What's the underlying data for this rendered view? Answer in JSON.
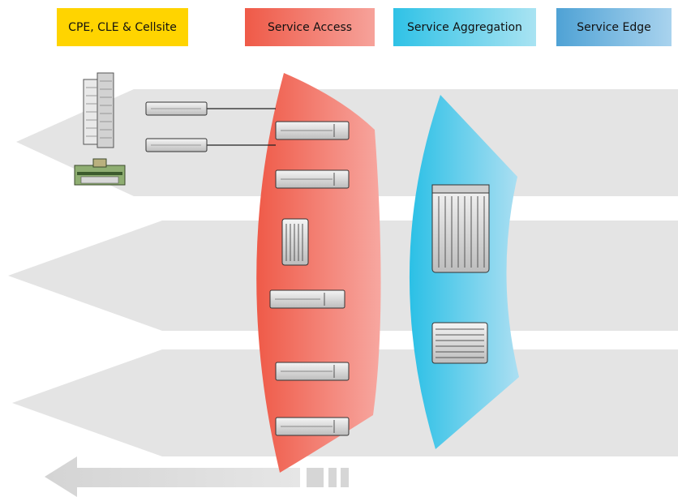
{
  "headers": {
    "cpe": "CPE, CLE & Cellsite",
    "access": "Service Access",
    "aggregation": "Service  Aggregation",
    "edge": "Service Edge"
  },
  "colors": {
    "cpe": "#ffd400",
    "access": "#ef5a48",
    "aggregation": "#2fc2e6",
    "edge": "#4fa2d5",
    "band": "#e3e3e3"
  },
  "icons": {
    "building": "office-tower-icon",
    "cellsite": "cellsite-icon",
    "cpe_router": "cpe-router-icon",
    "access_router": "access-router-icon",
    "access_chassis": "access-chassis-icon",
    "agg_chassis": "aggregation-chassis-icon",
    "agg_switch": "aggregation-switch-icon",
    "flow_arrow": "left-flow-arrow-icon"
  }
}
